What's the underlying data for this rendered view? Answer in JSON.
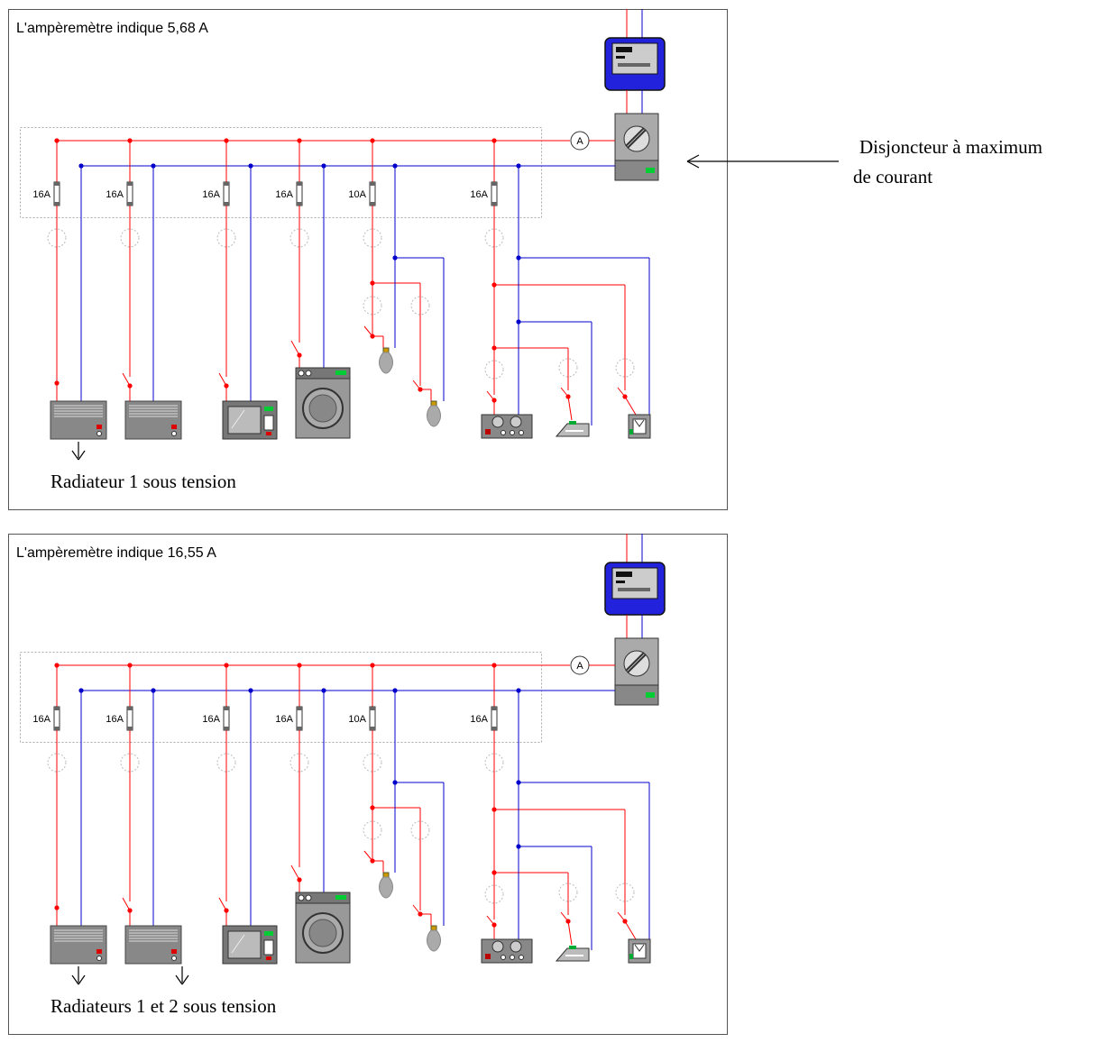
{
  "note": {
    "line1": "Disjoncteur à maximum",
    "line2": "de courant"
  },
  "panels": [
    {
      "reading": "L'ampèremètre indique 5,68 A",
      "caption": "Radiateur 1 sous tension",
      "arrow_count": 1
    },
    {
      "reading": "L'ampèremètre indique 16,55 A",
      "caption": "Radiateurs 1 et 2 sous tension",
      "arrow_count": 2
    }
  ],
  "fuses": [
    "16A",
    "16A",
    "16A",
    "16A",
    "10A",
    "16A"
  ],
  "ammeter_symbol": "A",
  "colors": {
    "phase": "#ff0000",
    "neutral": "#0000cc",
    "meter": "#2222dd",
    "breaker_led": "#00cc33",
    "frame": "#555555"
  }
}
